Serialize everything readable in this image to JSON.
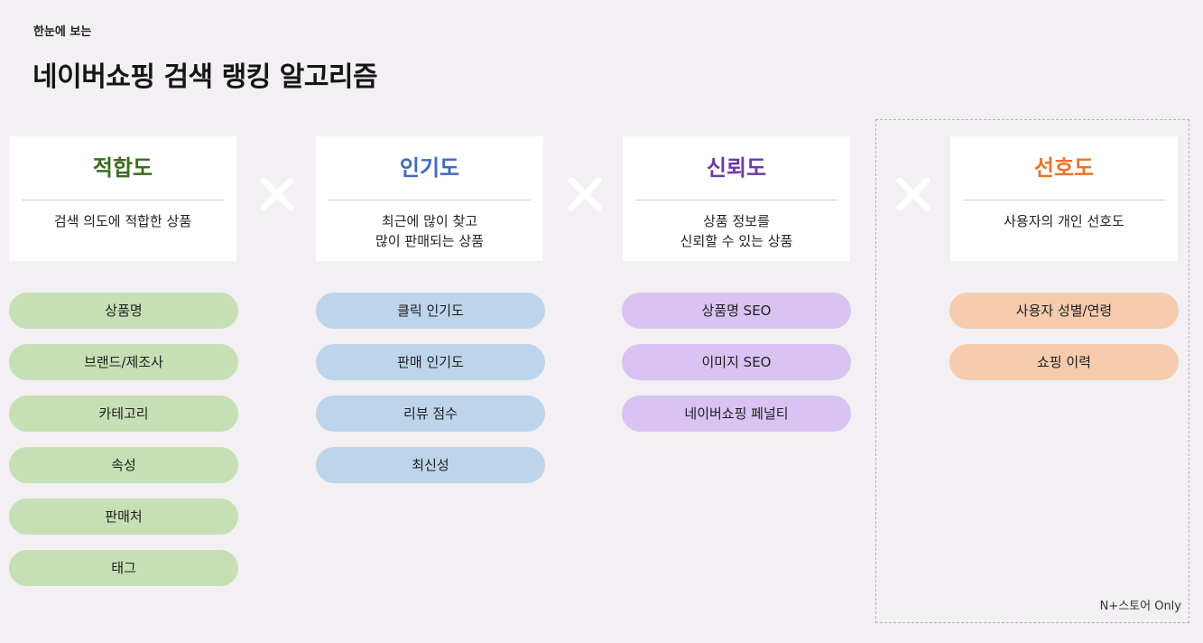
{
  "header": {
    "subtitle": "한눈에 보는",
    "title": "네이버쇼핑 검색 랭킹 알고리즘"
  },
  "operator": "×",
  "note": "N+스토어 Only",
  "columns": [
    {
      "heading": "적합도",
      "heading_color": "#3d6b22",
      "description": "검색 의도에 적합한 상품",
      "pill_color": "#c6dfb5",
      "items": [
        "상품명",
        "브랜드/제조사",
        "카테고리",
        "속성",
        "판매처",
        "태그"
      ]
    },
    {
      "heading": "인기도",
      "heading_color": "#3f6bbf",
      "description": "최근에 많이 찾고\n많이 판매되는 상품",
      "pill_color": "#bdd5eb",
      "items": [
        "클릭 인기도",
        "판매 인기도",
        "리뷰 점수",
        "최신성"
      ]
    },
    {
      "heading": "신뢰도",
      "heading_color": "#6b3ba8",
      "description": "상품 정보를\n신뢰할 수 있는 상품",
      "pill_color": "#d8c3f2",
      "items": [
        "상품명 SEO",
        "이미지 SEO",
        "네이버쇼핑 페널티"
      ]
    },
    {
      "heading": "선호도",
      "heading_color": "#e8742c",
      "description": "사용자의 개인 선호도",
      "pill_color": "#f6cbae",
      "items": [
        "사용자 성별/연령",
        "쇼핑 이력"
      ]
    }
  ]
}
